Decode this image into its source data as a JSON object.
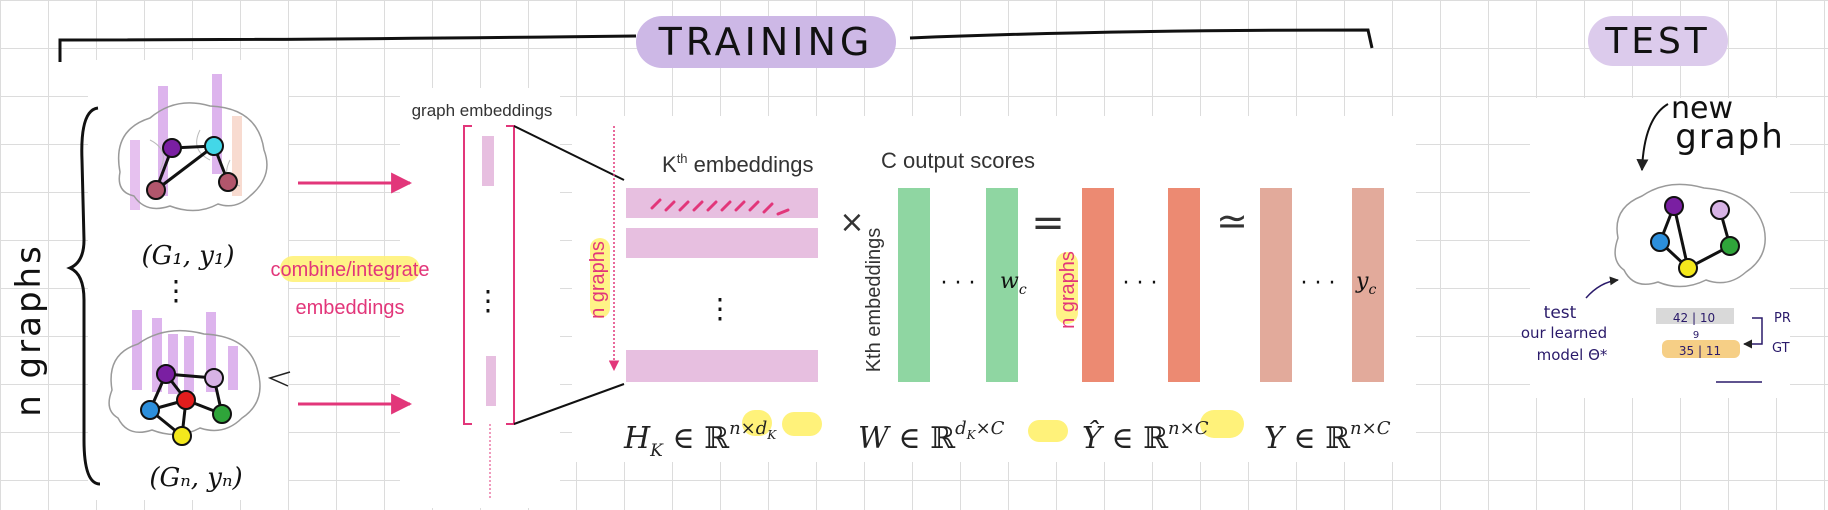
{
  "colors": {
    "lavender": "#cdb8e6",
    "pink_bar": "#e7bfe0",
    "arrow_pink": "#e2367a",
    "highlight_yellow": "#fff27a",
    "green": "#8fd6a2",
    "salmon": "#ec8a72",
    "tan": "#e2aa9b",
    "ink": "#1a1a1a",
    "purple_node": "#7a1fa2",
    "cyan_node": "#43d7e8",
    "rose_node": "#b2566c",
    "blue_node": "#2c8fdc",
    "red_node": "#e31d1d",
    "green_node": "#2fa53a",
    "yellow_node": "#f3e81c",
    "lilac_node": "#d7b3e5"
  },
  "header": {
    "training": "TRAINING",
    "test": "TEST"
  },
  "left": {
    "n_graphs": "n graphs",
    "g1_label": "(G₁, y₁)",
    "gn_label": "(Gₙ, yₙ)",
    "vdots": "⋮"
  },
  "combine": {
    "line1": "combine/integrate",
    "line2": "embeddings"
  },
  "embeddings": {
    "title": "graph embeddings",
    "dots": "⋮"
  },
  "matrices": {
    "hk_title": "Kth embeddings",
    "hk_title_sup": "th",
    "hk_title_k": "K",
    "hk_title_rest": " embeddings",
    "hk_rows_label": "n graphs",
    "hk_dots": "⋮",
    "times": "×",
    "w_title": "C output scores",
    "w_side_label": "Kth embeddings",
    "w_dots": "· · ·",
    "w_col": "w",
    "w_col_sub": "c",
    "equals": "=",
    "yhat_rows_label": "n graphs",
    "yhat_dots": "· · ·",
    "approx": "≃",
    "y_dots": "· · ·",
    "y_col": "y",
    "y_col_sub": "c",
    "eq_hk": "H",
    "eq_hk_sub": "K",
    "eq_hk_in": " ∈ ℝ",
    "eq_hk_sup": "n×d",
    "eq_hk_sup_sub": "K",
    "eq_w": "W",
    "eq_w_in": " ∈ ℝ",
    "eq_w_sup": "d",
    "eq_w_sup_sub": "K",
    "eq_w_sup2": "×C",
    "eq_yhat": "Ŷ",
    "eq_yhat_in": " ∈ ℝ",
    "eq_yhat_sup": "n×C",
    "eq_y": "Y",
    "eq_y_in": " ∈ ℝ",
    "eq_y_sup": "n×C"
  },
  "test": {
    "new_graph_1": "new",
    "new_graph_2": "graph",
    "note_1": "test",
    "note_2": "our learned",
    "note_3": "model Θ*",
    "pr_label": "PR",
    "gt_label": "GT",
    "pr_values": "42 | 10",
    "gt_values": "35 | 11",
    "mid_values": "9"
  }
}
